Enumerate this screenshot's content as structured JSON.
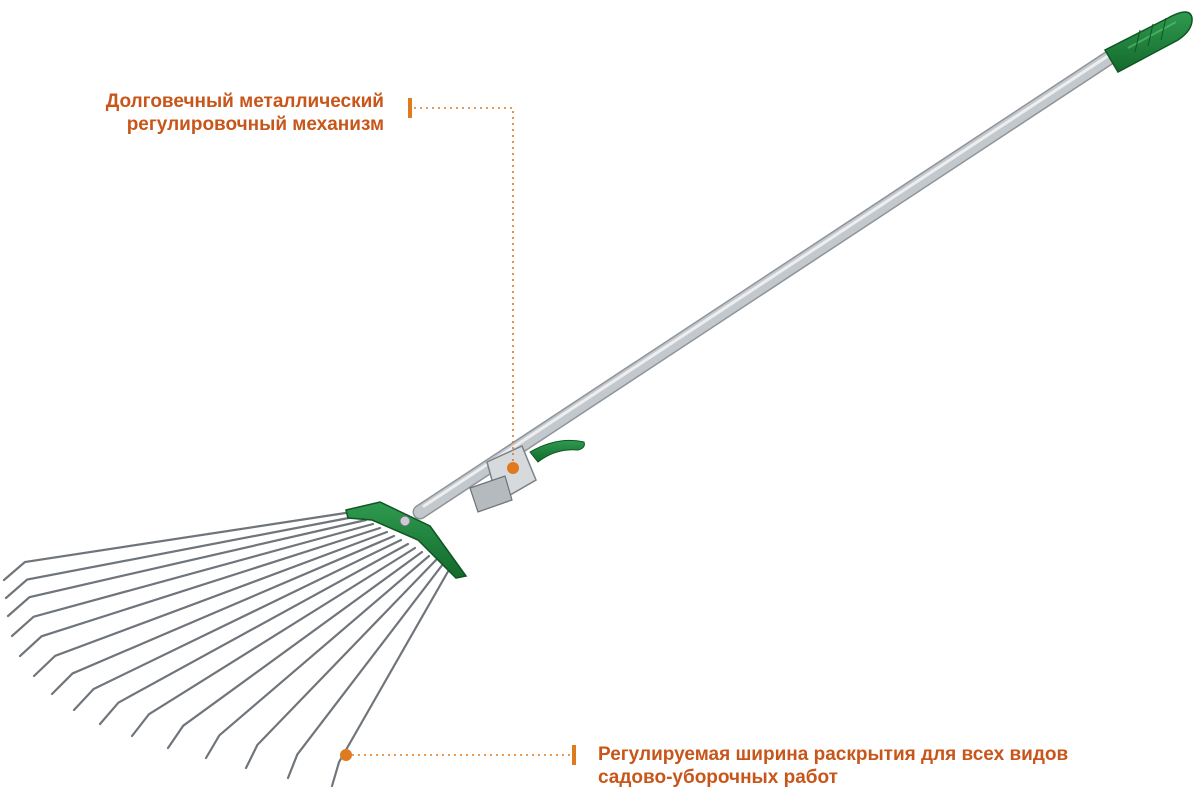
{
  "colors": {
    "accent": "#e07a1f",
    "text_accent": "#c8561a",
    "handle_green": "#1f7a3a",
    "shaft_silver": "#c9cdd1",
    "tine_steel": "#6b7075"
  },
  "callouts": [
    {
      "lines": [
        "Долговечный металлический",
        "регулировочный механизм"
      ]
    },
    {
      "lines": [
        "Регулируемая ширина раскрытия для всех видов",
        "садово-уборочных работ"
      ]
    }
  ]
}
